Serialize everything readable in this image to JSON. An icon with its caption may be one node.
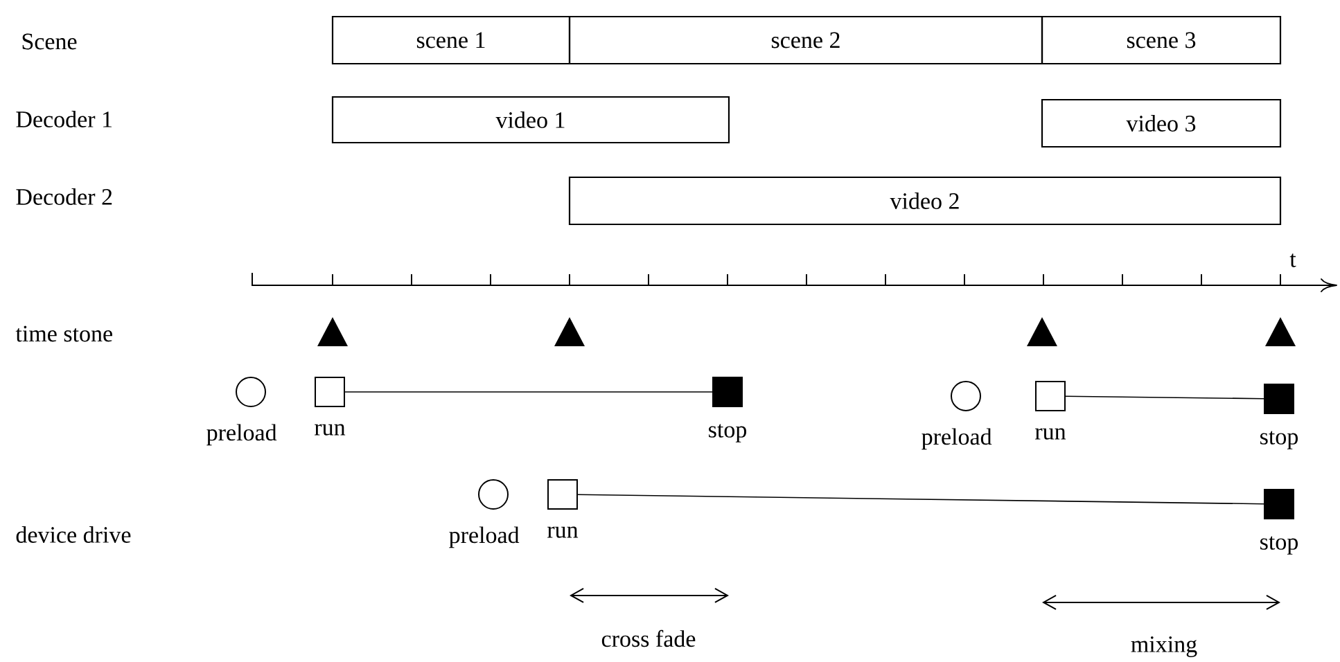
{
  "diagram": {
    "nodes": [
      {
        "text": [
          "scene 1"
        ]
      },
      {
        "text": [
          "scene 2"
        ]
      },
      {
        "text": [
          "scene 3"
        ]
      },
      {
        "text": [
          "video 1"
        ]
      },
      {
        "text": [
          "video 3"
        ]
      },
      {
        "text": [
          "video 2"
        ]
      },
      {
        "text": [],
        "shape": "circle",
        "beside": [
          "preload"
        ]
      },
      {
        "text": [],
        "shape": "box",
        "beside": [
          "run"
        ]
      },
      {
        "text": [],
        "shape": "square",
        "beside": [
          "stop"
        ]
      },
      {
        "text": [],
        "shape": "circle",
        "beside": [
          "preload"
        ]
      },
      {
        "text": [],
        "shape": "box",
        "beside": [
          "run"
        ]
      },
      {
        "text": [],
        "shape": "square",
        "beside": [
          "stop"
        ]
      },
      {
        "text": [],
        "shape": "circle",
        "beside": [
          "preload"
        ]
      },
      {
        "text": [],
        "shape": "box",
        "beside": [
          "run"
        ]
      },
      {
        "text": [],
        "shape": "square",
        "beside": [
          "stop"
        ]
      }
    ],
    "edges": [
      {
        "from": 7,
        "to": 8,
        "arrow": "none"
      },
      {
        "from": 10,
        "to": 11,
        "arrow": "none"
      },
      {
        "from": 13,
        "to": 14,
        "arrow": "none"
      }
    ],
    "labels": [
      "Scene",
      "Decoder 1",
      "Decoder 2",
      "t",
      "time stone",
      "device drive",
      "cross fade",
      "mixing"
    ]
  }
}
